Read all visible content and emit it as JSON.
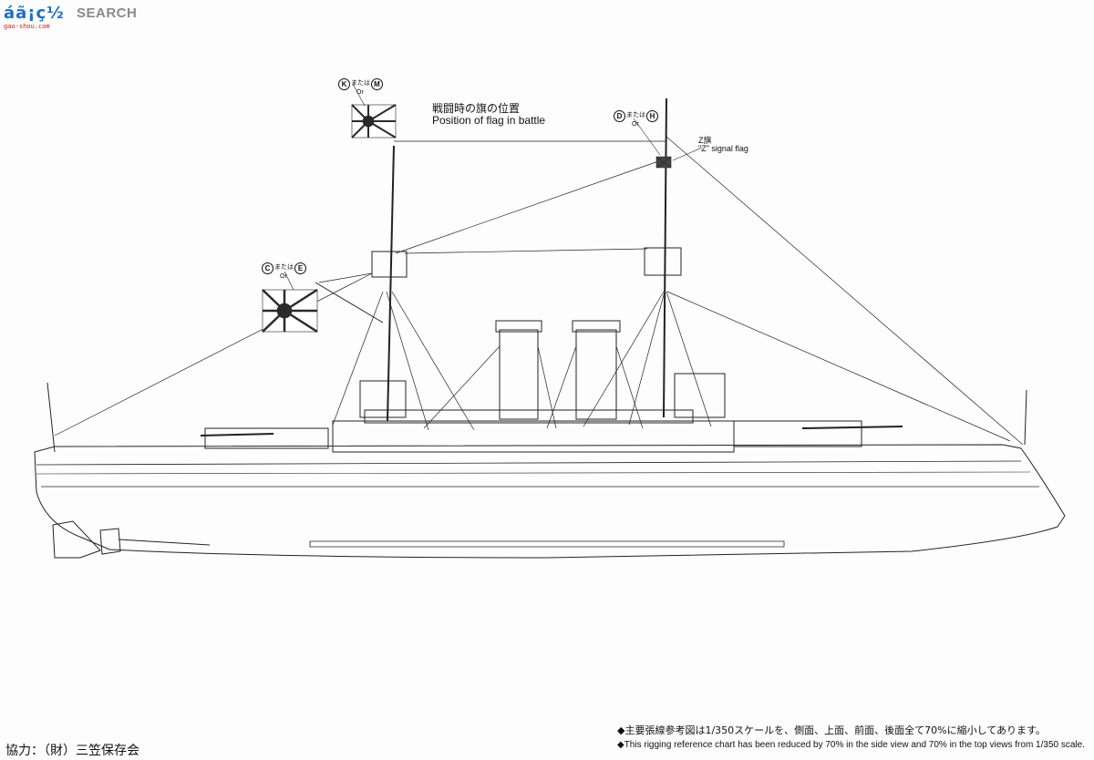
{
  "watermark": {
    "mark": "áã¡ç½",
    "sub": "gao-shou.com",
    "text": "SEARCH"
  },
  "labels": {
    "flag_position_jp": "戦闘時の旗の位置",
    "flag_position_en": "Position of flag in battle",
    "z_flag_jp": "Z旗",
    "z_flag_en": "\"Z\" signal flag",
    "or": "Or",
    "mata_wa": "または",
    "main_mast_top": {
      "a": "K",
      "b": "M"
    },
    "fore_mast_top": {
      "a": "D",
      "b": "H"
    },
    "gaff_flag": {
      "a": "C",
      "b": "E"
    }
  },
  "notes": {
    "jp": "◆主要張線参考図は1/350スケールを、側面、上面、前面、後面全て70%に縮小してあります。",
    "en": "◆This rigging reference chart has been reduced by 70% in the side view and 70% in the top  views from 1/350 scale."
  },
  "credit": "協力：（財）三笠保存会",
  "colors": {
    "line": "#222222",
    "flag_red": "#2a2a2a",
    "paper": "#fdfdfd",
    "logo_blue": "#1d6fc2",
    "logo_red": "#c2231d"
  }
}
